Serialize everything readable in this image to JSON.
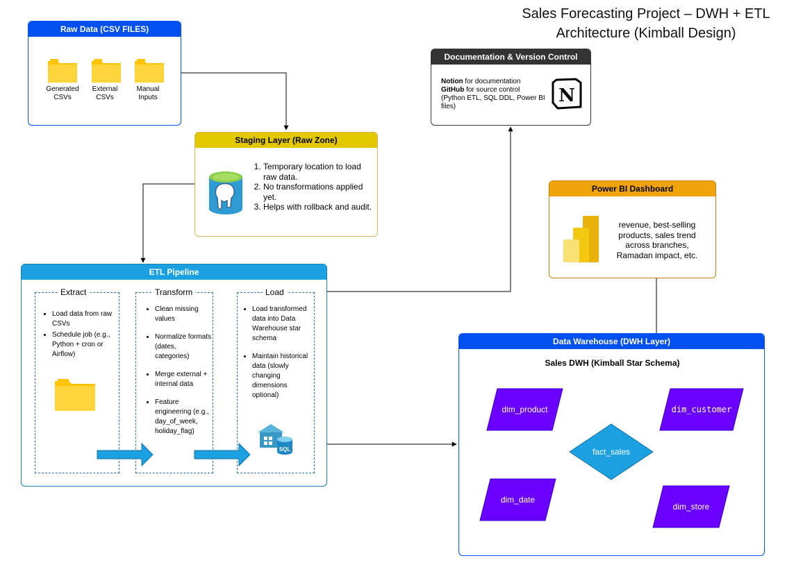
{
  "title_line1": "Sales Forecasting Project – DWH + ETL",
  "title_line2": "Architecture (Kimball Design)",
  "raw_data": {
    "header": "Raw Data (CSV FILES)",
    "folders": [
      {
        "line1": "Generated",
        "line2": "CSVs"
      },
      {
        "line1": "External",
        "line2": "CSVs"
      },
      {
        "line1": "Manual",
        "line2": "Inputs"
      }
    ]
  },
  "staging": {
    "header": "Staging Layer (Raw Zone)",
    "items": [
      "Temporary location to load raw data.",
      "No transformations applied yet.",
      "Helps with rollback and audit."
    ]
  },
  "docs": {
    "header": "Documentation & Version Control",
    "notion_bold": "Notion",
    "notion_text": " for documentation",
    "github_bold": "GitHub",
    "github_text": " for source control",
    "detail": "(Python ETL, SQL DDL, Power BI files)"
  },
  "powerbi": {
    "header": "Power BI Dashboard",
    "text": "revenue, best-selling products, sales trend across branches, Ramadan impact, etc."
  },
  "etl": {
    "header": "ETL Pipeline",
    "extract_title": "Extract",
    "extract_items": [
      "Load data from raw CSVs",
      "Schedule job (e.g., Python + cron or Airflow)"
    ],
    "transform_title": "Transform",
    "transform_items": [
      "Clean missing values",
      "Normalize formats (dates, categories)",
      "Merge external + internal data",
      "Feature engineering (e.g., day_of_week, holiday_flag)"
    ],
    "load_title": "Load",
    "load_items": [
      "Load transformed data into Data Warehouse star schema",
      "Maintain historical data (slowly changing dimensions optional)"
    ],
    "sql_label": "SQL"
  },
  "dwh": {
    "header": "Data Warehouse (DWH Layer)",
    "subtitle": "Sales DWH (Kimball Star Schema)",
    "dim_product": "dim_product",
    "dim_customer": "dim_customer",
    "dim_date": "dim_date",
    "dim_store": "dim_store",
    "fact": "fact_sales"
  },
  "colors": {
    "blue_header": "#0050ef",
    "staging_header": "#e3c800",
    "docs_header": "#333333",
    "powerbi_header": "#f0a30a",
    "etl_header": "#1ba1e2",
    "dim_fill": "#6a00ff",
    "fact_fill": "#1ba1e2",
    "folder": "#ffc300"
  },
  "icons": [
    "folder-icon",
    "postgresql-icon",
    "notion-icon",
    "powerbi-icon",
    "sql-warehouse-icon",
    "arrow-right-icon"
  ]
}
